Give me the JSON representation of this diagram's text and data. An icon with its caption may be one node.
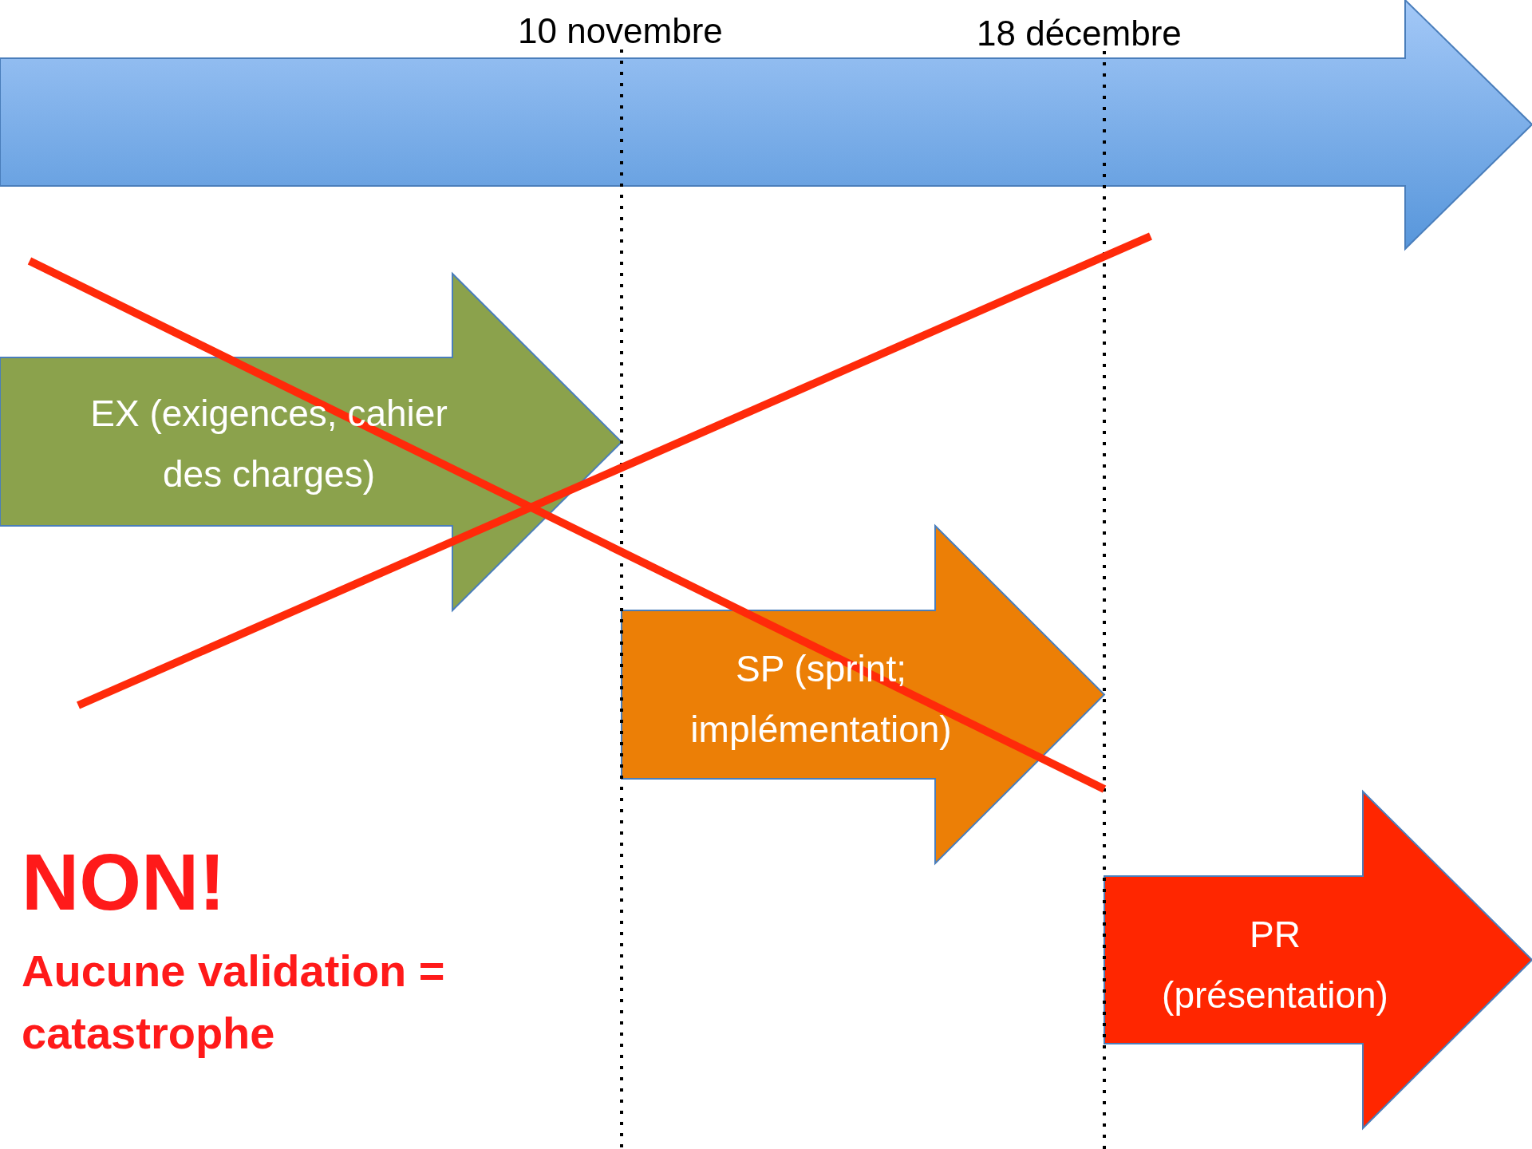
{
  "diagram": {
    "nodes": [
      {
        "text": [],
        "shape": "arrow"
      },
      {
        "text": [
          "EX (exigences, cahier des charges)"
        ]
      },
      {
        "text": [
          "SP (sprint; implémentation)"
        ]
      },
      {
        "text": [
          "PR (présentation)"
        ]
      }
    ],
    "labels": [
      "10 novembre",
      "18 décembre",
      "NON!",
      "Aucune validation = catastrophe"
    ]
  }
}
